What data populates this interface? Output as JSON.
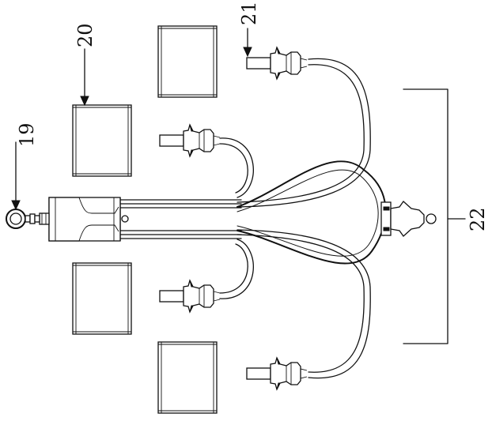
{
  "callouts": {
    "canopy_ring": "19",
    "shade": "20",
    "candle_sleeve": "21",
    "arms_assembly": "22"
  }
}
